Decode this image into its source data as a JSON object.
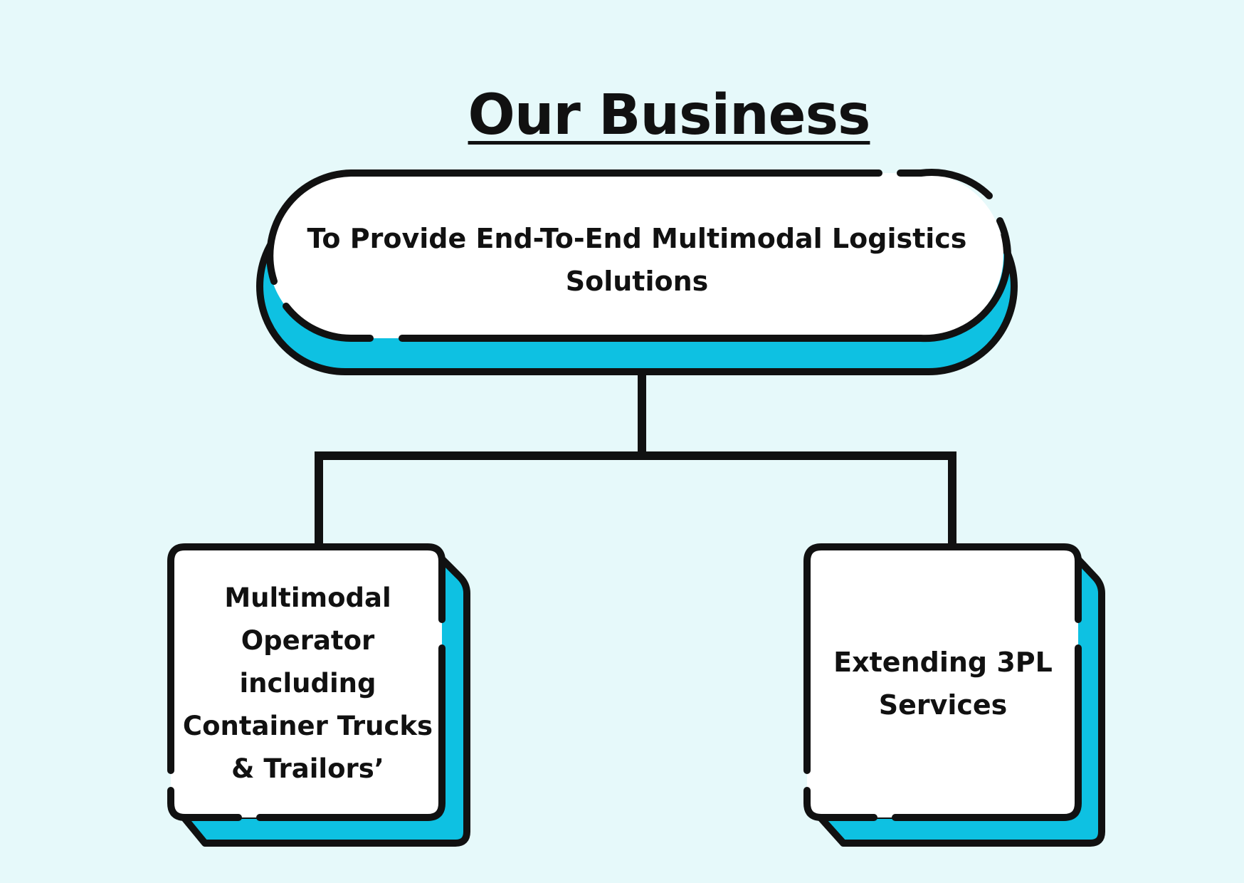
{
  "title": "Our Business",
  "root_node": {
    "label": "To Provide End-To-End Multimodal Logistics Solutions"
  },
  "child_nodes": [
    {
      "label": "Multimodal Operator including Container Trucks & Trailors’"
    },
    {
      "label": "Extending 3PL Services"
    }
  ],
  "edges": [
    {
      "from": "root_node",
      "to": "child_nodes.0"
    },
    {
      "from": "root_node",
      "to": "child_nodes.1"
    }
  ],
  "colors": {
    "background": "#e6f9fa",
    "accent": "#0ec1e2",
    "node_fill": "#ffffff",
    "outline": "#111111"
  }
}
